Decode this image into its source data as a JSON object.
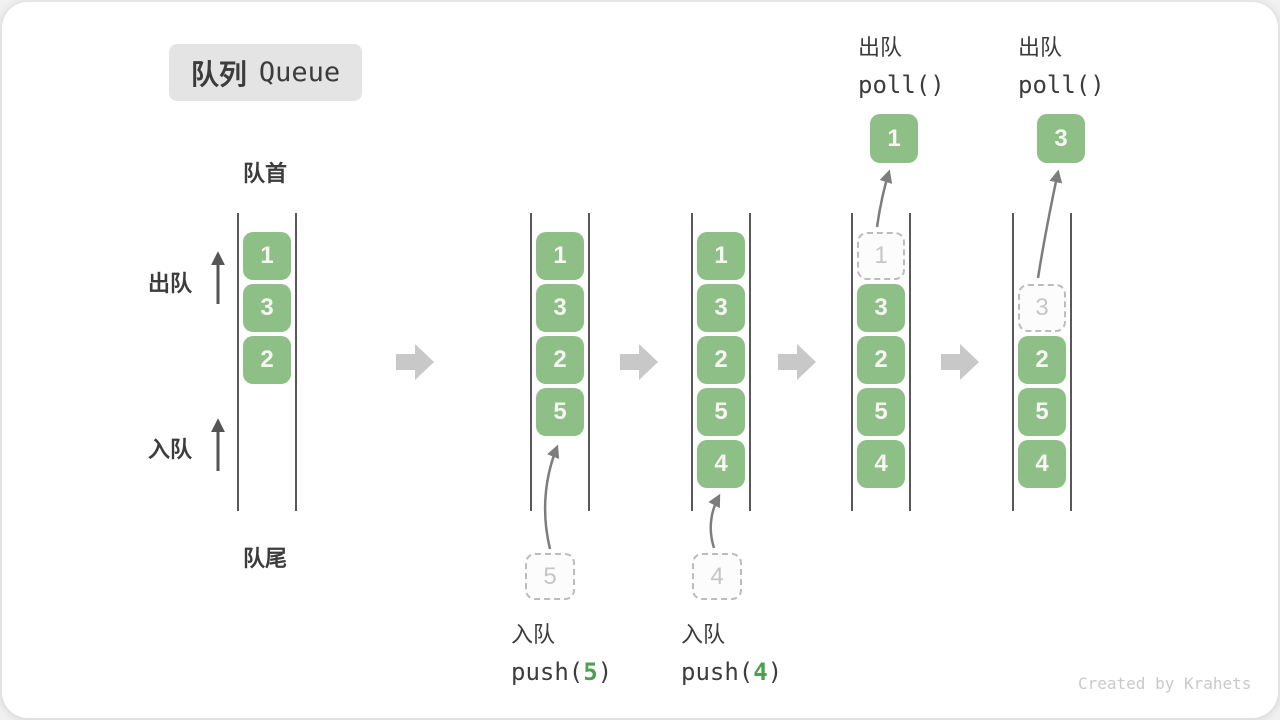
{
  "title": {
    "zh": "队列",
    "en": "Queue"
  },
  "labels": {
    "front": "队首",
    "rear": "队尾",
    "dequeue": "出队",
    "enqueue": "入队"
  },
  "states": [
    {
      "name": "state-initial",
      "slots": [
        {
          "type": "filled",
          "value": "1"
        },
        {
          "type": "filled",
          "value": "3"
        },
        {
          "type": "filled",
          "value": "2"
        },
        {
          "type": "empty",
          "value": ""
        },
        {
          "type": "empty",
          "value": ""
        }
      ]
    },
    {
      "name": "state-after-push-5",
      "slots": [
        {
          "type": "filled",
          "value": "1"
        },
        {
          "type": "filled",
          "value": "3"
        },
        {
          "type": "filled",
          "value": "2"
        },
        {
          "type": "filled",
          "value": "5"
        },
        {
          "type": "empty",
          "value": ""
        }
      ],
      "incoming": {
        "value": "5"
      }
    },
    {
      "name": "state-after-push-4",
      "slots": [
        {
          "type": "filled",
          "value": "1"
        },
        {
          "type": "filled",
          "value": "3"
        },
        {
          "type": "filled",
          "value": "2"
        },
        {
          "type": "filled",
          "value": "5"
        },
        {
          "type": "filled",
          "value": "4"
        }
      ],
      "incoming": {
        "value": "4"
      }
    },
    {
      "name": "state-poll-1",
      "slots": [
        {
          "type": "removed-dashed",
          "value": "1"
        },
        {
          "type": "filled",
          "value": "3"
        },
        {
          "type": "filled",
          "value": "2"
        },
        {
          "type": "filled",
          "value": "5"
        },
        {
          "type": "filled",
          "value": "4"
        }
      ],
      "outgoing": {
        "value": "1"
      }
    },
    {
      "name": "state-poll-3",
      "slots": [
        {
          "type": "empty",
          "value": ""
        },
        {
          "type": "removed-dashed",
          "value": "3"
        },
        {
          "type": "filled",
          "value": "2"
        },
        {
          "type": "filled",
          "value": "5"
        },
        {
          "type": "filled",
          "value": "4"
        }
      ],
      "outgoing": {
        "value": "3"
      }
    }
  ],
  "annotations": {
    "push_5": {
      "label": "入队",
      "fn": "push(",
      "arg": "5",
      "close": ")"
    },
    "push_4": {
      "label": "入队",
      "fn": "push(",
      "arg": "4",
      "close": ")"
    },
    "poll_1": {
      "label": "出队",
      "code": "poll()"
    },
    "poll_2": {
      "label": "出队",
      "code": "poll()"
    }
  },
  "watermark": "Created by Krahets",
  "colors": {
    "box_green": "#8dbf86",
    "box_text": "#f7f7f2",
    "code_green": "#4f9e52",
    "dashed_border": "#bcbcbc",
    "column_line": "#585858",
    "step_arrow": "#c8c8c8",
    "flow_arrow": "#7d7d7d",
    "text_dark": "#3c3c3c",
    "badge_bg": "#e4e4e4",
    "watermark_gray": "#c9c9c9"
  }
}
